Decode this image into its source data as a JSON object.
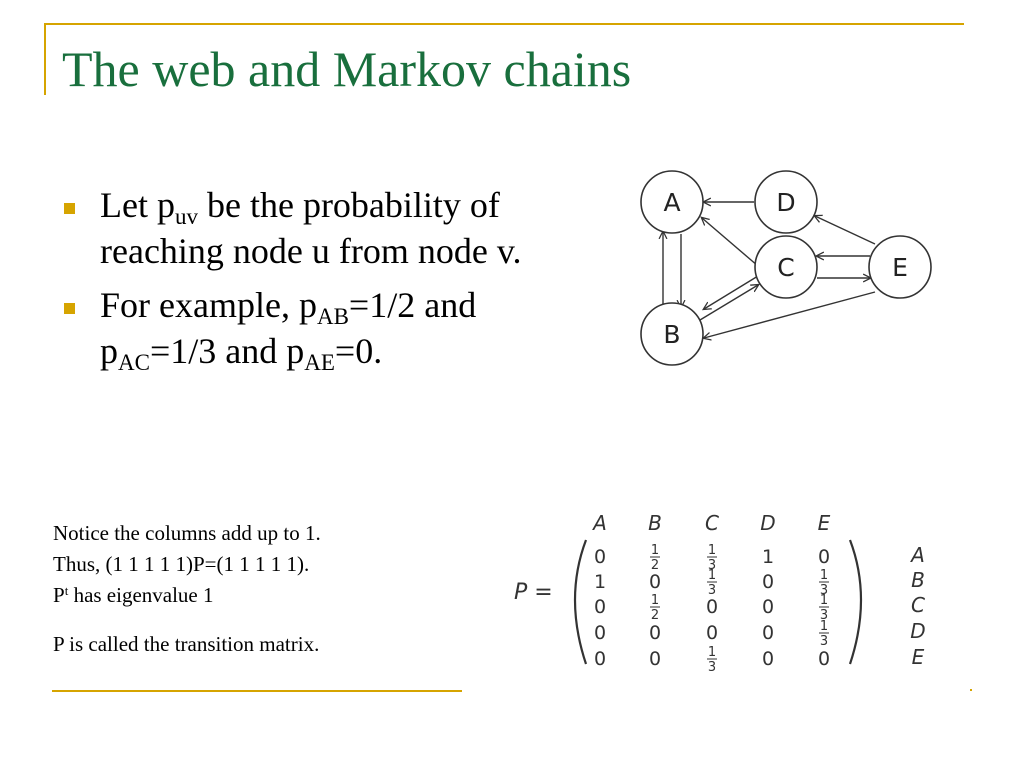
{
  "slide": {
    "title": "The web and Markov chains",
    "bullet1": {
      "pre": "Let p",
      "sub": "uv",
      "post": " be the probability of reaching node u from node v."
    },
    "bullet2": {
      "pre": "For example, p",
      "sub1": "AB",
      "mid1": "=1/2 and p",
      "sub2": "AC",
      "mid2": "=1/3 and p",
      "sub3": "AE",
      "post": "=0."
    },
    "notes": {
      "line1": "Notice the columns add up to 1.",
      "line2": "Thus, (1 1 1 1 1)P=(1 1 1 1 1).",
      "line3_pre": "P",
      "line3_sup": "t",
      "line3_post": " has eigenvalue 1",
      "line4": "P is called the transition matrix."
    }
  },
  "graph": {
    "nodes": [
      {
        "id": "A",
        "label": "A"
      },
      {
        "id": "B",
        "label": "B"
      },
      {
        "id": "C",
        "label": "C"
      },
      {
        "id": "D",
        "label": "D"
      },
      {
        "id": "E",
        "label": "E"
      }
    ]
  },
  "matrix": {
    "name": "P =",
    "col_labels": [
      "A",
      "B",
      "C",
      "D",
      "E"
    ],
    "row_labels": [
      "A",
      "B",
      "C",
      "D",
      "E"
    ],
    "rows": [
      [
        "0",
        "1/2",
        "1/3",
        "1",
        "0"
      ],
      [
        "1",
        "0",
        "1/3",
        "0",
        "1/3"
      ],
      [
        "0",
        "1/2",
        "0",
        "0",
        "1/3"
      ],
      [
        "0",
        "0",
        "0",
        "0",
        "1/3"
      ],
      [
        "0",
        "0",
        "1/3",
        "0",
        "0"
      ]
    ]
  }
}
